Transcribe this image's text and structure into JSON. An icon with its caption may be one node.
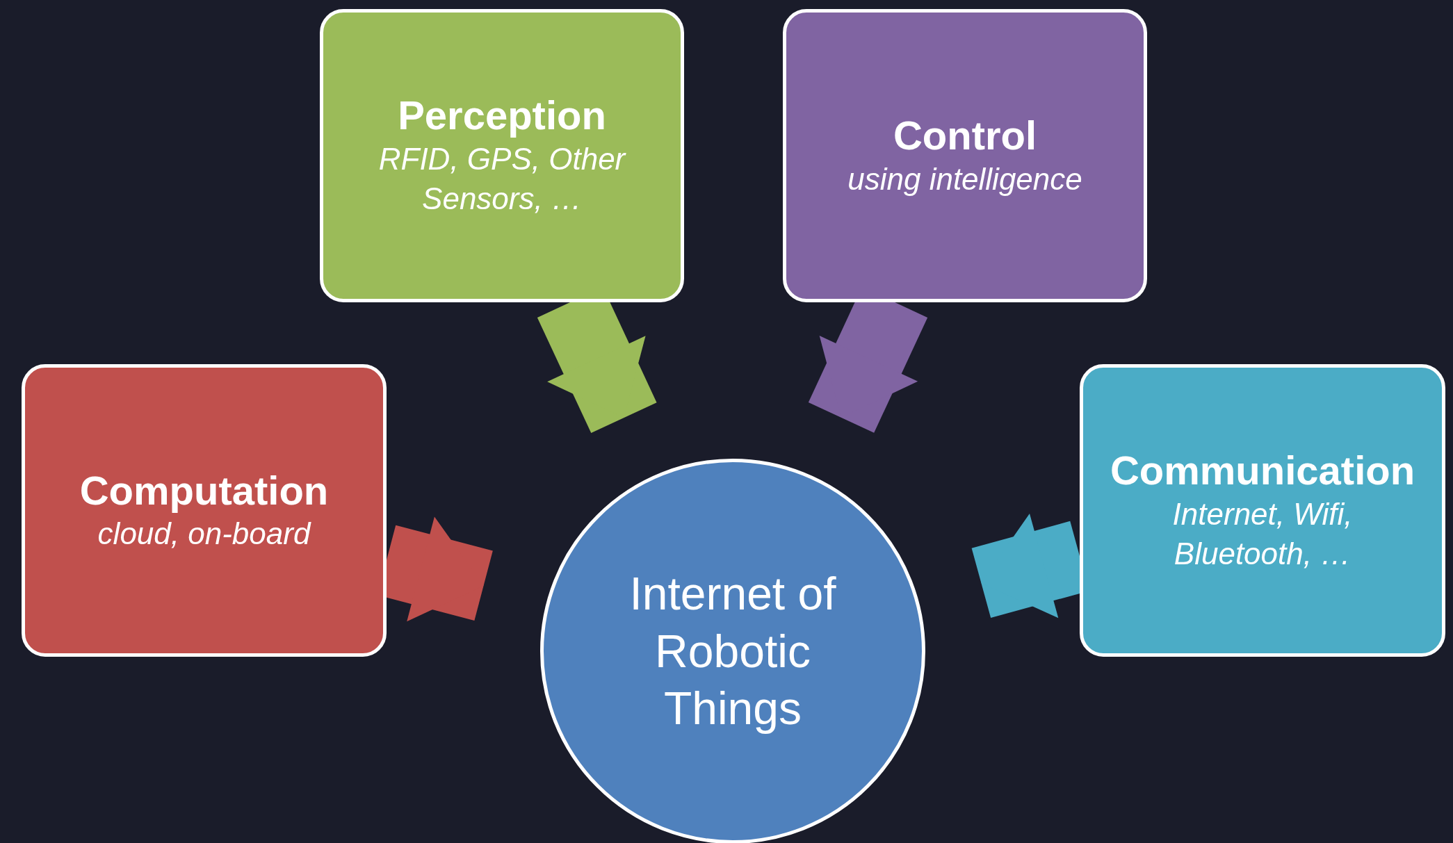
{
  "diagram": {
    "nodes": [
      {
        "text": [
          "Perception",
          "RFID, GPS, Other Sensors, …"
        ]
      },
      {
        "text": [
          "Control",
          "using intelligence"
        ]
      },
      {
        "text": [
          "Computation",
          "cloud, on-board"
        ]
      },
      {
        "text": [
          "Communication",
          "Internet, Wifi, Bluetooth, …"
        ]
      },
      {
        "text": [
          "Internet of Robotic Things"
        ]
      }
    ],
    "edges": [
      {
        "from": 0,
        "to": 4,
        "arrow": "to",
        "color": "#9bbb59"
      },
      {
        "from": 1,
        "to": 4,
        "arrow": "to",
        "color": "#8064a2"
      },
      {
        "from": 2,
        "to": 4,
        "arrow": "to",
        "color": "#c0504d"
      },
      {
        "from": 3,
        "to": 4,
        "arrow": "to",
        "color": "#4bacc6"
      }
    ]
  }
}
